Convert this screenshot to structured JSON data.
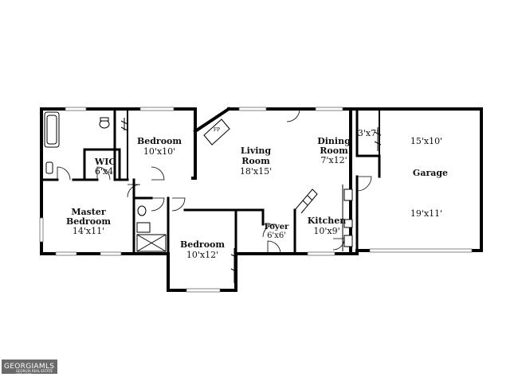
{
  "rooms": {
    "bedroom_upper": {
      "name": "Bedroom",
      "size": "10'x10'"
    },
    "living": {
      "name1": "Living",
      "name2": "Room",
      "size": "18'x15'"
    },
    "dining": {
      "name1": "Dining",
      "name2": "Room",
      "size": "7'x12'"
    },
    "garage": {
      "name": "Garage",
      "size_top": "15'x10'",
      "size_bottom": "19'x11'"
    },
    "closet": {
      "size": "3'x7'"
    },
    "wic": {
      "name": "WIC",
      "size": "6'x4'"
    },
    "master": {
      "name1": "Master",
      "name2": "Bedroom",
      "size": "14'x11'"
    },
    "bedroom_lower": {
      "name": "Bedroom",
      "size": "10'x12'"
    },
    "foyer": {
      "name": "Foyer",
      "size": "6'x6'"
    },
    "kitchen": {
      "name": "Kitchen",
      "size": "10'x9'"
    }
  },
  "fireplace": {
    "label": "FP"
  },
  "logo": {
    "text": "GEORGIAMLS",
    "sub": "GEORGIA REAL ESTATE SERVICES"
  }
}
